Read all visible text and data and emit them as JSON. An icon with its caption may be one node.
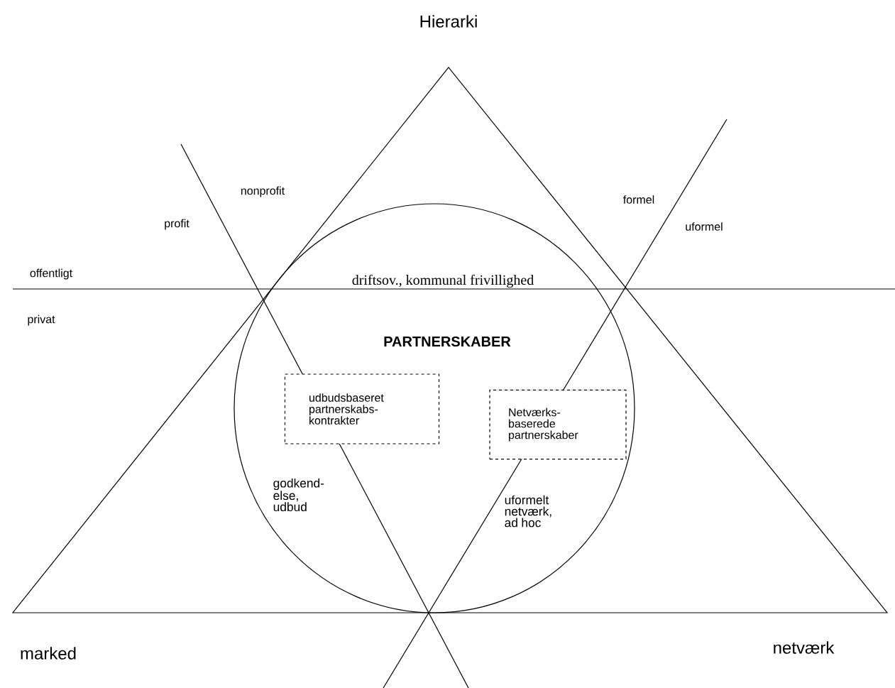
{
  "diagram": {
    "nodes": [
      {
        "text": [
          "PARTNERSKABER"
        ]
      },
      {
        "text": [
          "udbudsbaseret partnerskabs- kontrakter"
        ],
        "in": 0
      },
      {
        "text": [
          "Netværks- baserede partnerskaber"
        ],
        "in": 0
      }
    ],
    "edges": [],
    "labels": [
      "Hierarki",
      "nonprofit",
      "formel",
      "profit",
      "uformel",
      "offentligt",
      "driftsov., kommunal frivillighed",
      "privat",
      "godkend- else, udbud",
      "uformelt netværk, ad hoc",
      "netværk",
      "marked"
    ]
  }
}
